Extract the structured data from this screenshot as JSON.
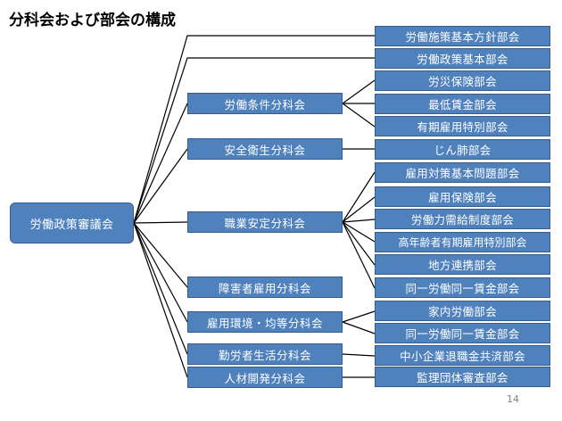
{
  "title": "分科会および部会の構成",
  "root": {
    "label": "労働政策審議会"
  },
  "top_bukai": [
    {
      "label": "労働施策基本方針部会"
    },
    {
      "label": "労働政策基本部会"
    }
  ],
  "subcommittees": [
    {
      "label": "労働条件分科会",
      "bukai": [
        "労災保険部会",
        "最低賃金部会",
        "有期雇用特別部会"
      ]
    },
    {
      "label": "安全衛生分科会",
      "bukai": [
        "じん肺部会"
      ]
    },
    {
      "label": "職業安定分科会",
      "bukai": [
        "雇用対策基本問題部会",
        "雇用保険部会",
        "労働力需給制度部会",
        "高年齢者有期雇用特別部会",
        "地方連携部会",
        "同一労働同一賃金部会"
      ]
    },
    {
      "label": "障害者雇用分科会",
      "bukai": []
    },
    {
      "label": "雇用環境・均等分科会",
      "bukai": [
        "家内労働部会",
        "同一労働同一賃金部会"
      ]
    },
    {
      "label": "勤労者生活分科会",
      "bukai": [
        "中小企業退職金共済部会"
      ]
    },
    {
      "label": "人材開発分科会",
      "bukai": [
        "監理団体審査部会"
      ]
    }
  ],
  "page_number": "14"
}
